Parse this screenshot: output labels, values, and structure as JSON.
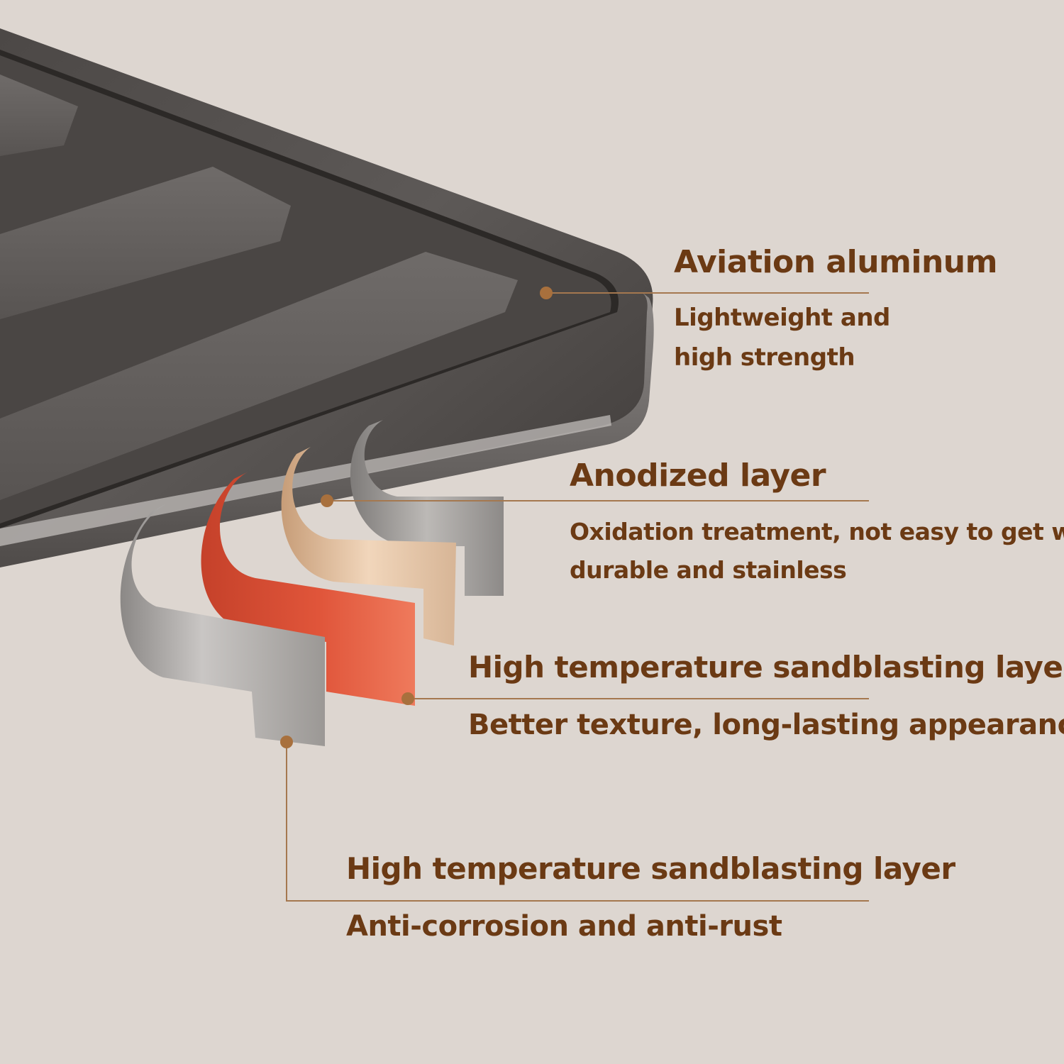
{
  "callouts": [
    {
      "title": "Aviation aluminum",
      "description_lines": [
        "Lightweight and",
        "high strength"
      ]
    },
    {
      "title": "Anodized layer",
      "description_lines": [
        "Oxidation treatment, not easy to get wet,",
        "durable and stainless"
      ]
    },
    {
      "title": "High temperature sandblasting layer",
      "description_lines": [
        "Better texture, long-lasting appearance"
      ]
    },
    {
      "title": "High temperature sandblasting layer",
      "description_lines": [
        "Anti-corrosion and anti-rust"
      ]
    }
  ],
  "colors": {
    "background": "#ddd6d0",
    "text": "#6b3a14",
    "leader_line": "#a5784f",
    "marker": "#a8703d",
    "frame_dark": "#4a4644",
    "frame_mid": "#6f6b68",
    "layer_orange": "#e05a3a",
    "layer_gold": "#e8c29e",
    "layer_silver": "#c9c6c3"
  }
}
